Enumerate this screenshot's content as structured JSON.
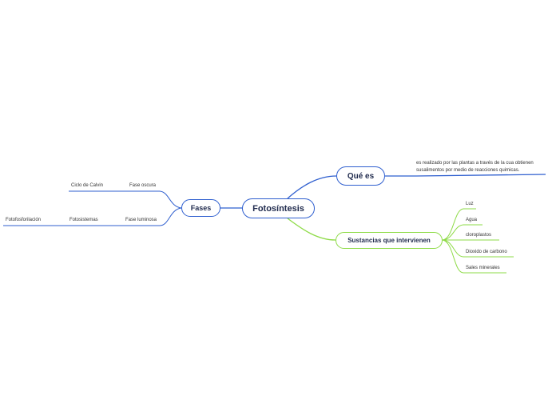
{
  "colors": {
    "blue_branch": "#2f5fcf",
    "green_branch": "#8edb47",
    "text_dark": "#1f2a4d"
  },
  "root": {
    "label": "Fotosíntesis"
  },
  "fases": {
    "label": "Fases",
    "fase_oscura": {
      "label": "Fase oscura",
      "ciclo": "Ciclo de Calvin"
    },
    "fase_luminosa": {
      "label": "Fase luminosa",
      "fotosistemas": "Fotosistemas",
      "fotofosforilacion": "Fotofosforilación"
    }
  },
  "que_es": {
    "label": "Qué es",
    "description": "es realizado por las plantas a través de la cua obtienen susalimentos por medio de reacciones quimicas."
  },
  "sustancias": {
    "label": "Sustancias que intervienen",
    "items": [
      "Luz",
      "Agua",
      "cloroplastos",
      "Dioxido de carbono",
      "Sales minerales"
    ]
  }
}
